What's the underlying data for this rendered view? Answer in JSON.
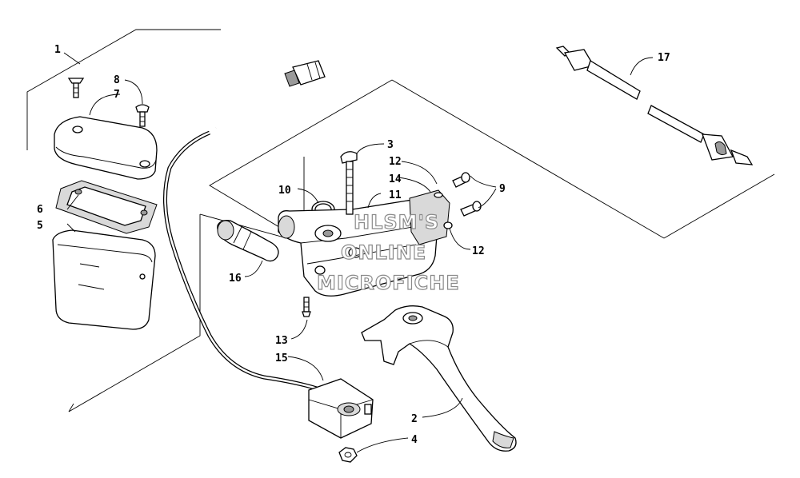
{
  "watermark": [
    "HLSM'S",
    "ONLINE",
    "MICROFICHE"
  ],
  "callouts": [
    "1",
    "2",
    "3",
    "4",
    "5",
    "6",
    "7",
    "8",
    "9",
    "10",
    "11",
    "12",
    "12",
    "13",
    "14",
    "15",
    "16",
    "17"
  ]
}
